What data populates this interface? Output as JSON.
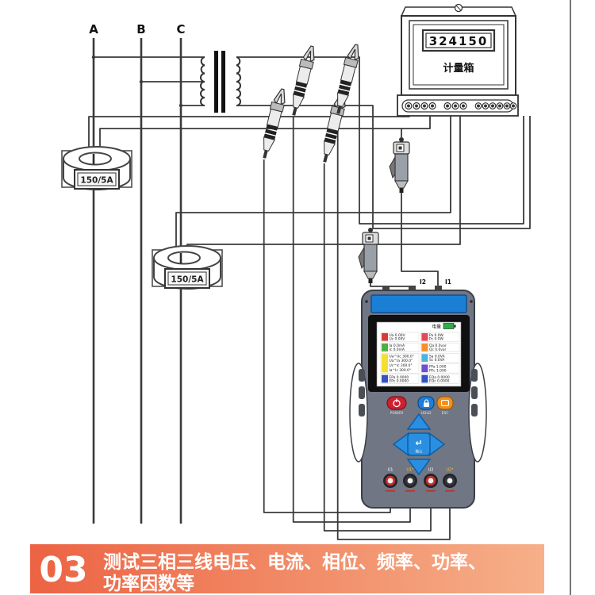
{
  "diagram": {
    "phase_labels": [
      "A",
      "B",
      "C"
    ],
    "ct_ratio": "150/5A",
    "meter": {
      "reading": "324150",
      "label": "计量箱"
    },
    "device": {
      "input_labels": {
        "i2": "I2",
        "i1": "I1"
      },
      "screen": {
        "status_label": "电量",
        "left_blocks": [
          {
            "color": "#d93a35",
            "lines": [
              "Ua 0.00V",
              "Uc 0.00V"
            ]
          },
          {
            "color": "#4caf3f",
            "lines": [
              "Ia 0.0mA",
              "Ic 0.0mA"
            ]
          },
          {
            "color": "#f3df2f",
            "lines": [
              "Ua^Uc 300.0°",
              "Ua^Ia 300.0°",
              "Uc^Ic 300.0°",
              "Ia^Ic 300.0°"
            ]
          },
          {
            "color": "#3553c4",
            "lines": [
              "EPa 0.0000",
              "EPc 0.0000"
            ]
          }
        ],
        "right_blocks": [
          {
            "color": "#e24b55",
            "lines": [
              "Pa 0.0W",
              "Pc 0.0W"
            ]
          },
          {
            "color": "#f2902c",
            "lines": [
              "Qa 0.0var",
              "Qc 0.0var"
            ]
          },
          {
            "color": "#4fb2e0",
            "lines": [
              "Sa 0.0VA",
              "Sc 0.0VA"
            ]
          },
          {
            "color": "#6a4fd0",
            "lines": [
              "PFa 1.000",
              "PFc 1.000"
            ]
          },
          {
            "color": "#3553c4",
            "lines": [
              "EQa 0.0000",
              "EQc 0.0000"
            ]
          }
        ]
      },
      "buttons": {
        "power": "POWER",
        "hold": "HOLD",
        "esc": "ESC",
        "enter_glyph": "↵",
        "enter_label": "确认"
      },
      "terminal_labels": [
        "U1",
        "U1*",
        "U2",
        "U2*"
      ]
    }
  },
  "banner": {
    "number": "03",
    "text_line1": "测试三相三线电压、电流、相位、频率、功率、",
    "text_line2": "功率因数等"
  },
  "colors": {
    "wire": "#3a3a3a",
    "banner_start": "#ec6343",
    "banner_end": "#f6b089",
    "device_body": "#707684",
    "top_bar": "#1c7fd6",
    "dpad": "#2a8fe0"
  }
}
